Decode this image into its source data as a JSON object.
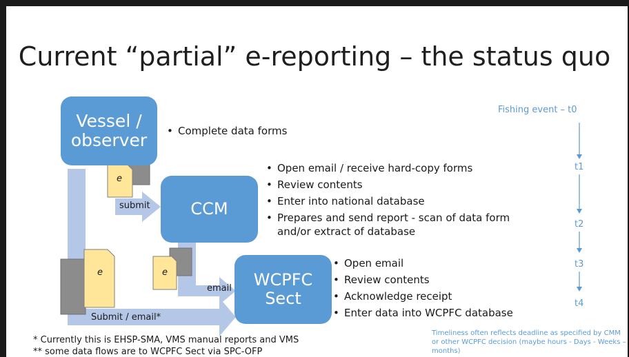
{
  "title": "Current “partial” e-reporting – the status quo",
  "nodes": {
    "vessel": "Vessel / observer",
    "ccm": "CCM",
    "wcpfc": "WCPFC Sect"
  },
  "bullets": {
    "vessel": [
      "Complete data forms"
    ],
    "ccm": [
      "Open email / receive hard-copy forms",
      "Review contents",
      "Enter into national database",
      "Prepares and send report  - scan of data form and/or extract of database"
    ],
    "wcpfc": [
      "Open email",
      "Review contents",
      "Acknowledge receipt",
      "Enter data into WCPFC database"
    ]
  },
  "doc_label": "e",
  "arrow_labels": {
    "submit": "submit",
    "email": "email",
    "submit_email": "Submit / email*"
  },
  "timeline": {
    "t0": "Fishing event – t0",
    "t1": "t1",
    "t2": "t2",
    "t3": "t3",
    "t4": "t4"
  },
  "footnotes": {
    "f1": "* Currently this is EHSP-SMA, VMS manual reports and VMS",
    "f2": "** some data flows are to WCPFC Sect via SPC-OFP"
  },
  "timeliness_note": "Timeliness often reflects deadline as specified by CMM or other WCPFC decision (maybe hours - Days - Weeks – months)",
  "colors": {
    "box": "#5b9bd5",
    "arrow": "#b4c7e7",
    "doc_yellow": "#ffe699",
    "doc_gray": "#8c8c8c",
    "timeline": "#5b9bd5"
  }
}
